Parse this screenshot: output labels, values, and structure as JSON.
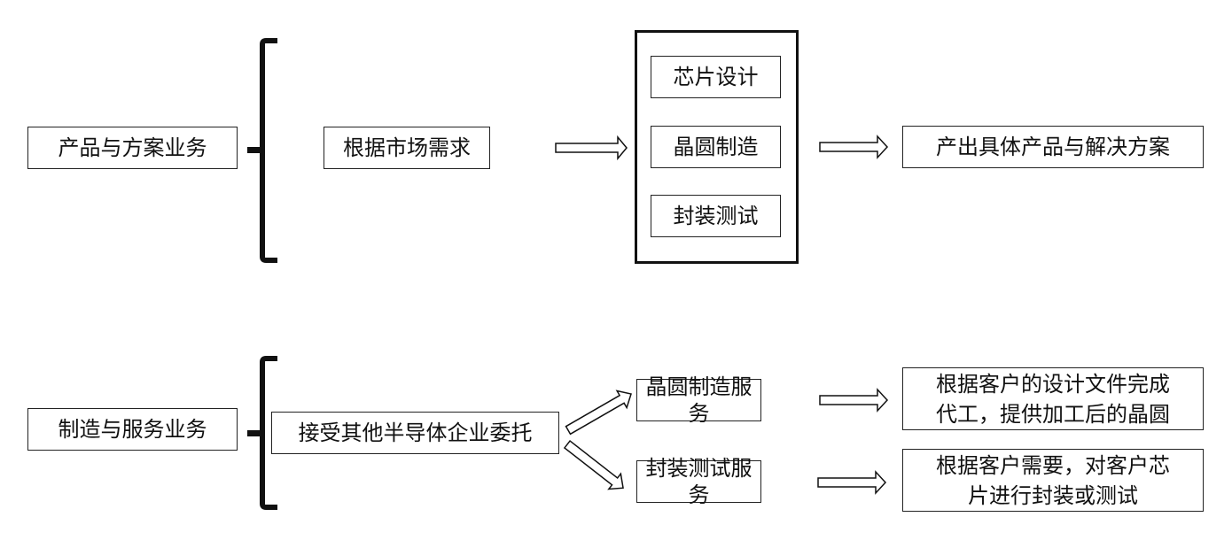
{
  "diagram": {
    "row1": {
      "category": "产品与方案业务",
      "trigger": "根据市场需求",
      "stages": [
        "芯片设计",
        "晶圆制造",
        "封装测试"
      ],
      "output": "产出具体产品与解决方案"
    },
    "row2": {
      "category": "制造与服务业务",
      "trigger": "接受其他半导体企业委托",
      "services": [
        {
          "name": "晶圆制造服务",
          "result": "根据客户的设计文件完成代工，提供加工后的晶圆",
          "result_lines": [
            "根据客户的设计文件完成",
            "代工，提供加工后的晶圆"
          ]
        },
        {
          "name": "封装测试服务",
          "result": "根据客户需要，对客户芯片进行封装或测试",
          "result_lines": [
            "根据客户需要，对客户芯",
            "片进行封装或测试"
          ]
        }
      ]
    },
    "colors": {
      "stroke": "#111111",
      "background": "#ffffff"
    }
  }
}
